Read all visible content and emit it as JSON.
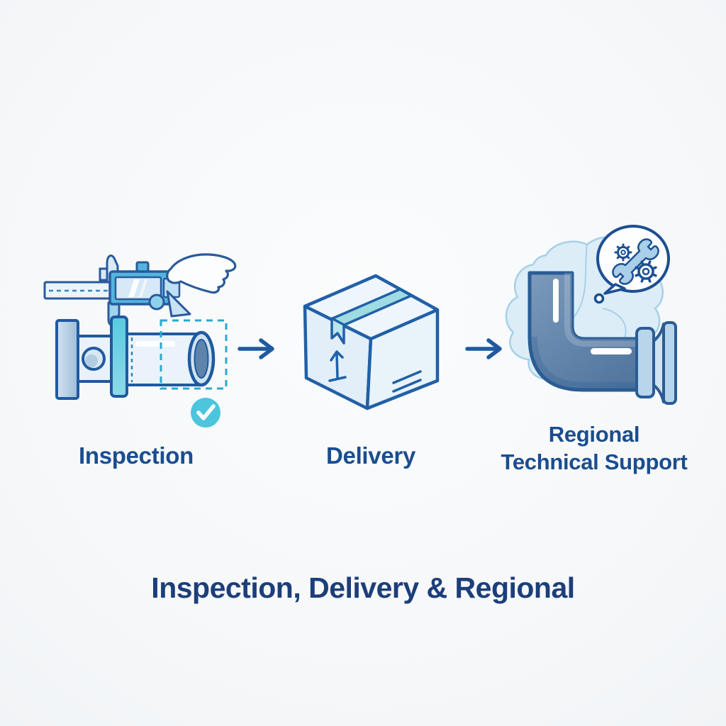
{
  "title": "Inspection, Delivery & Regional",
  "steps": [
    {
      "id": "inspection",
      "label": "Inspection",
      "icon": "caliper-measuring-pipe-fitting-icon",
      "badge": "check-badge"
    },
    {
      "id": "delivery",
      "label": "Delivery",
      "icon": "shipping-box-icon"
    },
    {
      "id": "regional-technical-support",
      "label_line1": "Regional",
      "label_line2": "Technical Support",
      "icon": "pipe-elbow-region-map-support-icon"
    }
  ],
  "arrows": [
    {
      "id": "arrow-1",
      "glyph": "→"
    },
    {
      "id": "arrow-2",
      "glyph": "→"
    }
  ],
  "colors": {
    "outline_blue": "#2a5a9b",
    "accent_teal": "#4cc5dd",
    "tape_teal": "#9fdce2",
    "steel_pipe": "#5c7fa5",
    "label_text": "#1a4d8f",
    "title_text": "#1c3e7a",
    "map_fill": "#dcedf8",
    "background": "#f6f8fa"
  }
}
